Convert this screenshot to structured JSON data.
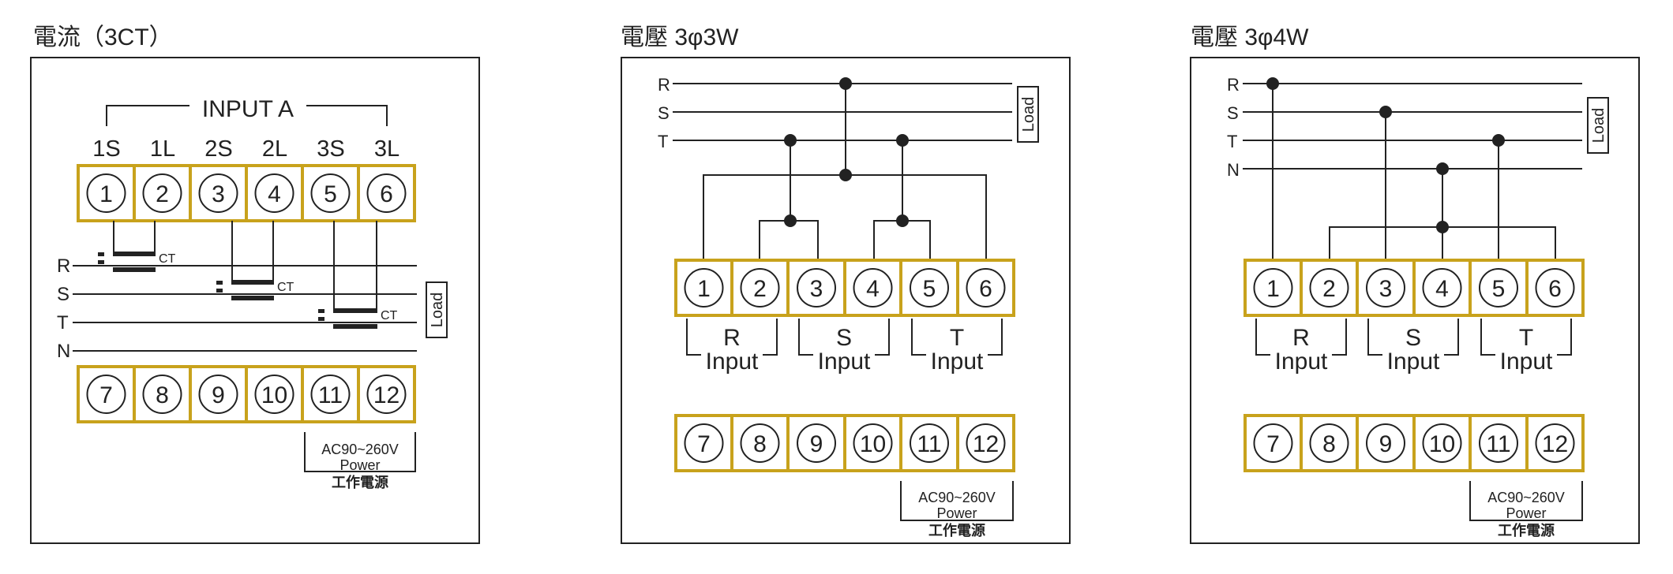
{
  "colors": {
    "line": "#222222",
    "terminal_border": "#c8a21c",
    "background": "#ffffff"
  },
  "panel_current": {
    "title": "電流（3CT）",
    "input_group_label": "INPUT A",
    "top_labels": [
      "1S",
      "1L",
      "2S",
      "2L",
      "3S",
      "3L"
    ],
    "top_terminals": [
      "1",
      "2",
      "3",
      "4",
      "5",
      "6"
    ],
    "bottom_terminals": [
      "7",
      "8",
      "9",
      "10",
      "11",
      "12"
    ],
    "lines": [
      "R",
      "S",
      "T",
      "N"
    ],
    "ct_label": "CT",
    "load_label": "Load",
    "power": {
      "line1": "AC90~260V",
      "line2": "Power",
      "line3": "工作電源"
    }
  },
  "panel_3p3w": {
    "title": "電壓 3φ3W",
    "lines": [
      "R",
      "S",
      "T"
    ],
    "load_label": "Load",
    "top_terminals": [
      "1",
      "2",
      "3",
      "4",
      "5",
      "6"
    ],
    "bottom_terminals": [
      "7",
      "8",
      "9",
      "10",
      "11",
      "12"
    ],
    "groups": [
      {
        "phase": "R",
        "label": "Input"
      },
      {
        "phase": "S",
        "label": "Input"
      },
      {
        "phase": "T",
        "label": "Input"
      }
    ],
    "power": {
      "line1": "AC90~260V",
      "line2": "Power",
      "line3": "工作電源"
    }
  },
  "panel_3p4w": {
    "title": "電壓 3φ4W",
    "lines": [
      "R",
      "S",
      "T",
      "N"
    ],
    "load_label": "Load",
    "top_terminals": [
      "1",
      "2",
      "3",
      "4",
      "5",
      "6"
    ],
    "bottom_terminals": [
      "7",
      "8",
      "9",
      "10",
      "11",
      "12"
    ],
    "groups": [
      {
        "phase": "R",
        "label": "Input"
      },
      {
        "phase": "S",
        "label": "Input"
      },
      {
        "phase": "T",
        "label": "Input"
      }
    ],
    "power": {
      "line1": "AC90~260V",
      "line2": "Power",
      "line3": "工作電源"
    }
  }
}
